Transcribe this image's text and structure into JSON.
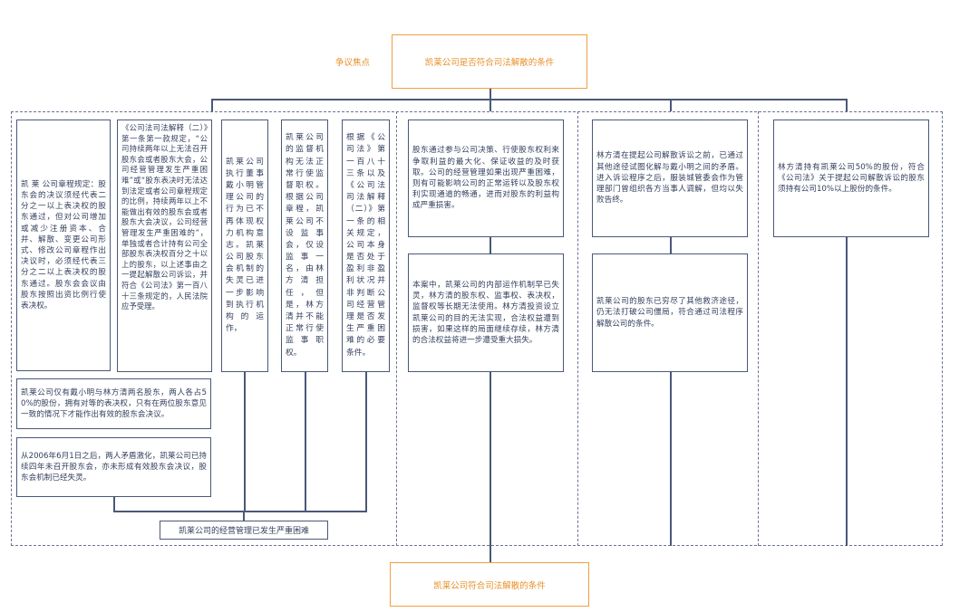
{
  "title": "凯莱公司是否符合司法解散的条件",
  "focus_label": "争议焦点",
  "final": "凯莱公司符合司法解散的条件",
  "section1": {
    "bylaws": "凯 莱 公司章程规定：股东会的决议须经代表二分之一以上表决权的股东通过，但对公司增加或减少注册资本、合并、解散、变更公司形式、修改公司章程作出决议时，必须经代表三分之二以上表决权的股东通过。股东会会议由股东按照出资比例行使表决权。",
    "interpretation": "《公司法司法解释（二）》第一条第一款规定，“公司持续两年以上无法召开股东会或者股东大会，公司经营管理发生严重困难”或“股东表决时无法达到法定或者公司章程规定的比例，持续两年以上不能做出有效的股东会或者股东大会决议，公司经营管理发生严重困难的”，单独或者合计持有公司全部股东表决权百分之十以上的股东，以上述事由之一提起解散公司诉讼，并符合《公司法》第一百八十三条规定的，人民法院应予受理。",
    "board": "凯莱公司执行董事戴小明管理公司的行为已不再体现权力机构意志。凯莱公司股东会机制的失灵已进一步影响到执行机构的运作，",
    "supervisor": "凯莱公司的监督机构无法正常行使监督职权。根据公司章程，凯莱公司不设监事会，仅设监事一名，由林方清担任，但是，林方清并不能正常行使监事职权。",
    "legal": "根据《公司法》第一百八十三条以及《公司法司法解释（二）》第一条的相关规定，公司本身是否处于盈利非盈利状况并非判断公司经营管理是否发生严重困难的必要条件。",
    "shareholders": "凯莱公司仅有戴小明与林方清两名股东，两人各占50%的股份，拥有对等的表决权，只有在两位股东意见一致的情况下才能作出有效的股东会决议。",
    "since2006": "从2006年6月1日之后，两人矛盾激化，凯莱公司已持续四年未召开股东会，亦未形成有效股东会决议，股东会机制已经失灵。",
    "conclusion": "凯莱公司的经营管理已发生严重困难"
  },
  "section2": {
    "top": "股东通过参与公司决策、行使股东权利来争取利益的最大化、保证收益的及时获取。公司的经营管理如果出现严重困难，则有可能影响公司的正常运转以及股东权利实现通道的畅通，进而对股东的利益构成严重损害。",
    "bottom": "本案中，凯莱公司的内部运作机制早已失灵，林方清的股东权、监事权、表决权，监督权等长期无法使用。林方清投资设立凯莱公司的目的无法实现，合法权益遭到损害，如果这样的局面继续存续，林方清的合法权益将进一步遭受重大损失。"
  },
  "section3": {
    "top": "林方清在提起公司解散诉讼之前，已通过其他途径试图化解与戴小明之间的矛盾。进入诉讼程序之后，服装城管委会作为管理部门曾组织各方当事人调解，但均以失败告终。",
    "bottom": "凯莱公司的股东已穷尽了其他救济途径，仍无法打破公司僵局，符合通过司法程序解散公司的条件。"
  },
  "section4": {
    "top": "林方清持有凯莱公司50%的股份，符合《公司法》关于提起公司解散诉讼的股东须持有公司10%以上股份的条件。"
  }
}
